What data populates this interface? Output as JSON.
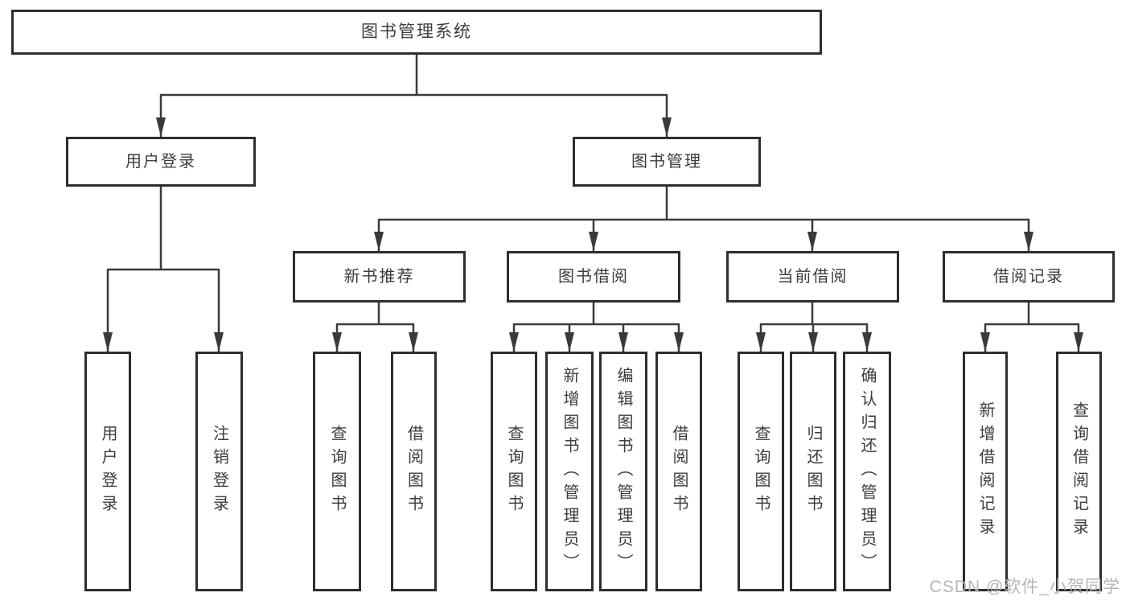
{
  "diagram": {
    "root": {
      "label": "图书管理系统"
    },
    "user_login_branch": {
      "label": "用户登录",
      "children": [
        {
          "label": "用户登录"
        },
        {
          "label": "注销登录"
        }
      ]
    },
    "book_mgmt_branch": {
      "label": "图书管理",
      "sections": [
        {
          "label": "新书推荐",
          "children": [
            {
              "label": "查询图书"
            },
            {
              "label": "借阅图书"
            }
          ]
        },
        {
          "label": "图书借阅",
          "children": [
            {
              "label": "查询图书"
            },
            {
              "label": "新增图书（管理员）"
            },
            {
              "label": "编辑图书（管理员）"
            },
            {
              "label": "借阅图书"
            }
          ]
        },
        {
          "label": "当前借阅",
          "children": [
            {
              "label": "查询图书"
            },
            {
              "label": "归还图书"
            },
            {
              "label": "确认归还（管理员）"
            }
          ]
        },
        {
          "label": "借阅记录",
          "children": [
            {
              "label": "新增借阅记录"
            },
            {
              "label": "查询借阅记录"
            }
          ]
        }
      ]
    }
  },
  "watermark": {
    "text": "CSDN @软件_小贺同学"
  },
  "colors": {
    "line": "#3a3a3a",
    "box_border": "#2e2e2e",
    "text": "#3c3c3c",
    "watermark": "#b5b5b5",
    "background": "#ffffff"
  }
}
